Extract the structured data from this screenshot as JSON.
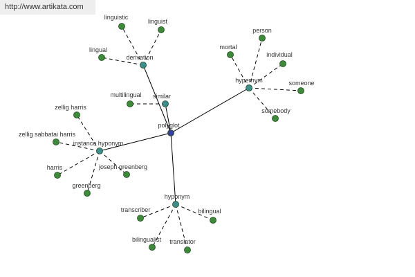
{
  "header": {
    "url": "http://www.artikata.com"
  },
  "colors": {
    "center_node": "#3b3f9a",
    "hub_node": "#3f8c8c",
    "leaf_node": "#3f8a3a",
    "edge": "#000000",
    "node_stroke": "#1f4a1f"
  },
  "graph": {
    "center": {
      "id": "polyglot",
      "label": "polyglot"
    },
    "hubs": [
      {
        "id": "derivation",
        "label": "derivation"
      },
      {
        "id": "similar",
        "label": "similar"
      },
      {
        "id": "hypernym",
        "label": "hypernym"
      },
      {
        "id": "instance-hyponym",
        "label": "instance hyponym"
      },
      {
        "id": "hyponym",
        "label": "hyponym"
      }
    ],
    "leaves": [
      {
        "id": "linguistic",
        "label": "linguistic",
        "hub": "derivation"
      },
      {
        "id": "linguist",
        "label": "linguist",
        "hub": "derivation"
      },
      {
        "id": "lingual",
        "label": "lingual",
        "hub": "derivation"
      },
      {
        "id": "multilingual",
        "label": "multilingual",
        "hub": "similar"
      },
      {
        "id": "person",
        "label": "person",
        "hub": "hypernym"
      },
      {
        "id": "mortal",
        "label": "mortal",
        "hub": "hypernym"
      },
      {
        "id": "individual",
        "label": "individual",
        "hub": "hypernym"
      },
      {
        "id": "someone",
        "label": "someone",
        "hub": "hypernym"
      },
      {
        "id": "somebody",
        "label": "somebody",
        "hub": "hypernym"
      },
      {
        "id": "zellig-harris",
        "label": "zellig harris",
        "hub": "instance-hyponym"
      },
      {
        "id": "zellig-sabbatai-harris",
        "label": "zellig sabbatai harris",
        "hub": "instance-hyponym"
      },
      {
        "id": "harris",
        "label": "harris",
        "hub": "instance-hyponym"
      },
      {
        "id": "joseph-greenberg",
        "label": "joseph greenberg",
        "hub": "instance-hyponym"
      },
      {
        "id": "greenberg",
        "label": "greenberg",
        "hub": "instance-hyponym"
      },
      {
        "id": "transcriber",
        "label": "transcriber",
        "hub": "hyponym"
      },
      {
        "id": "bilingual",
        "label": "bilingual",
        "hub": "hyponym"
      },
      {
        "id": "bilingualist",
        "label": "bilingualist",
        "hub": "hyponym"
      },
      {
        "id": "translator",
        "label": "translator",
        "hub": "hyponym"
      }
    ]
  }
}
